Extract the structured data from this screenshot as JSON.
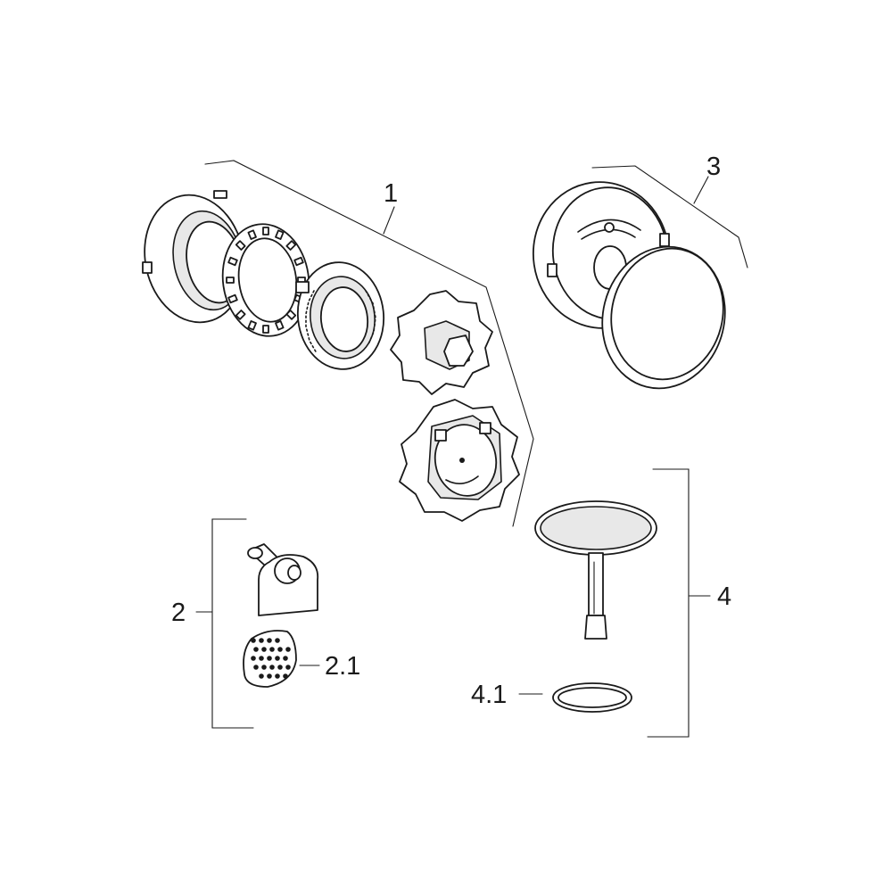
{
  "callouts": {
    "part_1": "1",
    "part_2": "2",
    "part_2_1": "2.1",
    "part_3": "3",
    "part_4": "4",
    "part_4_1": "4.1"
  }
}
